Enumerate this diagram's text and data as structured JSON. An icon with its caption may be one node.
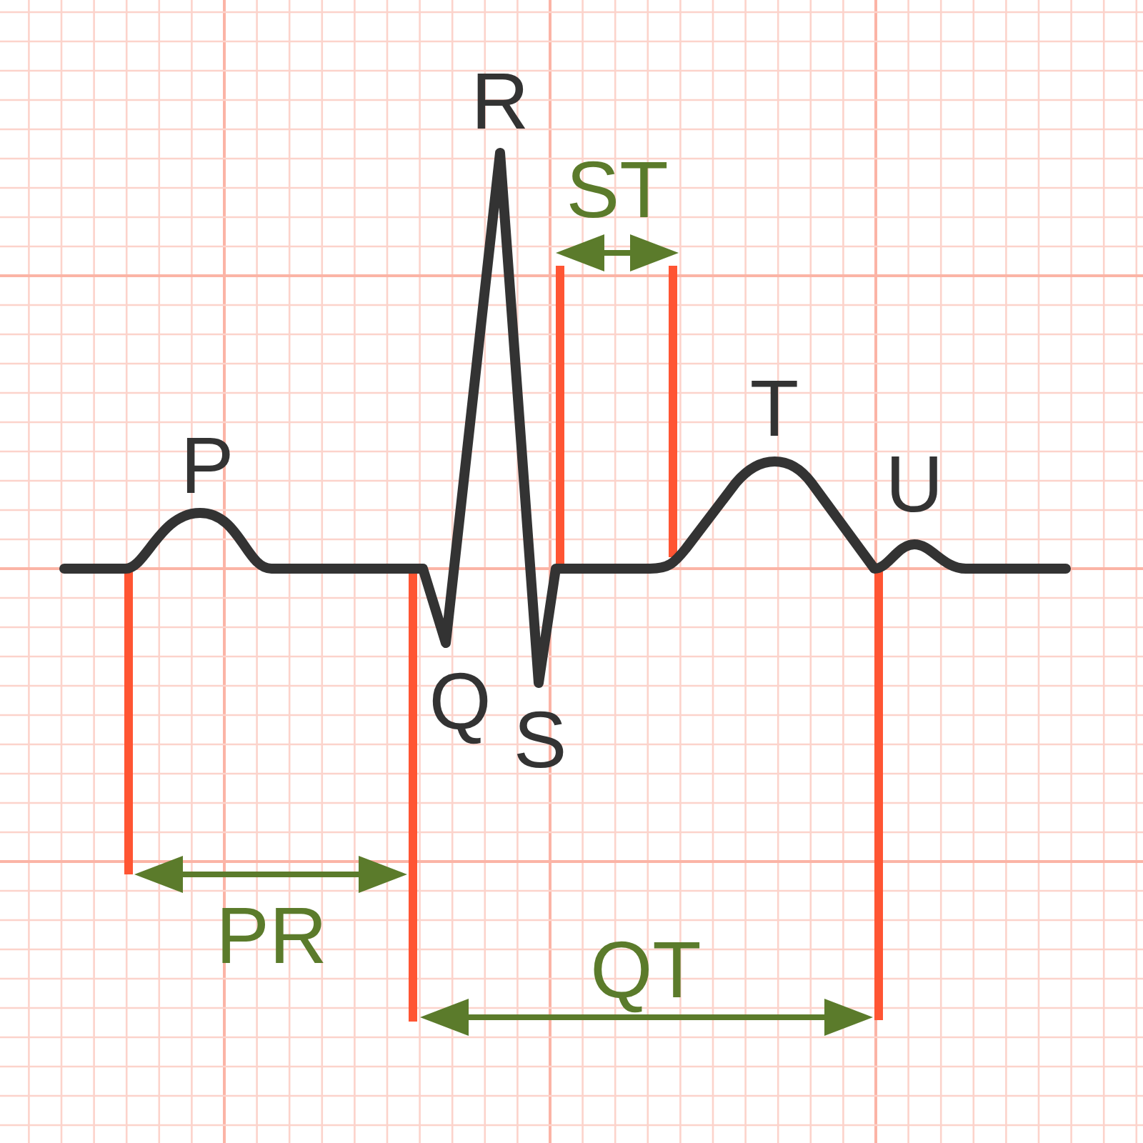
{
  "diagram": {
    "labels": [
      "R",
      "ST",
      "T",
      "P",
      "U",
      "Q",
      "S",
      "PR",
      "QT"
    ]
  }
}
